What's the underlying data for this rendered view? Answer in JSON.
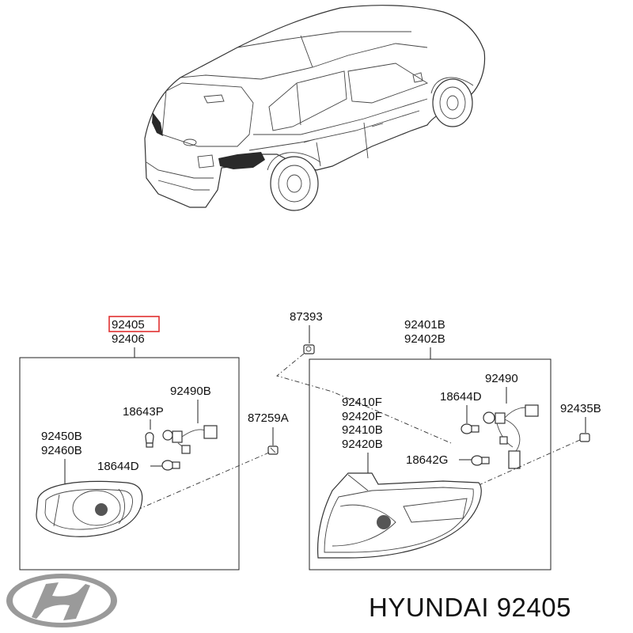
{
  "colors": {
    "highlight": "#e03030",
    "line": "#222222",
    "lamp_dark": "#2a2a2a",
    "logo_gray": "#9a9a9a"
  },
  "icons": {
    "logo": "hyundai-logo-icon"
  },
  "callouts": {
    "outer_primary": "92405",
    "outer_secondary": "92406",
    "clip": "87393",
    "inner_primary": "92401B",
    "inner_secondary": "92402B",
    "left_socket": "92490B",
    "left_bulb_small": "18643P",
    "left_bulb_large": "18644D",
    "left_lens_a": "92450B",
    "left_lens_b": "92460B",
    "screw": "87259A",
    "right_housing_1": "92410F",
    "right_housing_2": "92420F",
    "right_housing_3": "92410B",
    "right_housing_4": "92420B",
    "right_socket": "92490",
    "right_bulb_top": "18644D",
    "right_bulb_bottom": "18642G",
    "right_nut": "92435B"
  },
  "caption": {
    "brand": "HYUNDAI",
    "part_number": "92405"
  }
}
